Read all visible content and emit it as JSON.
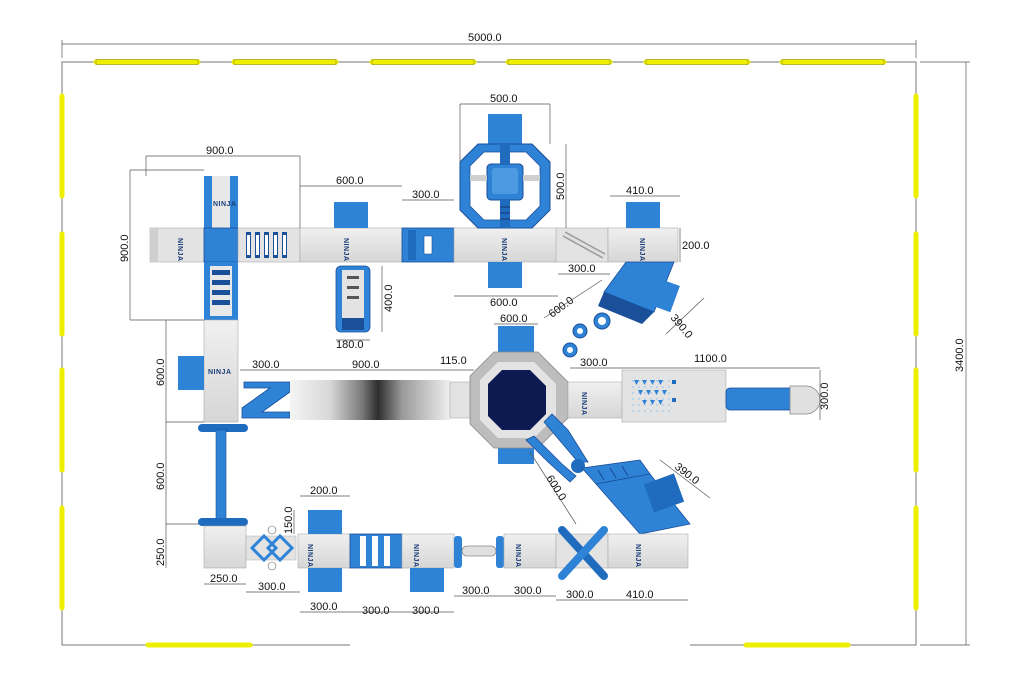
{
  "colors": {
    "blue": "#2f83d6",
    "blue_dark": "#1a4f9a",
    "grey": "#e3e3e3",
    "grey_dark": "#bdbdbd",
    "navy": "#0d1a52",
    "yellow": "#eeee00",
    "dim_line": "#555555"
  },
  "brand": {
    "ninja_tag": "NINJA"
  },
  "dimensions": {
    "total_width": "5000.0",
    "total_height": "3400.0",
    "cross_width": "900.0",
    "cross_height": "900.0",
    "beam_top_a": "600.0",
    "gap_top": "300.0",
    "tower_width": "500.0",
    "tower_height": "500.0",
    "module_width": "410.0",
    "module_height": "200.0",
    "slide_span": "300.0",
    "center_span": "600.0",
    "climb_height": "400.0",
    "climb_width": "180.0",
    "ramp_a": "600.0",
    "ramp_b": "390.0",
    "left_vertical": "600.0",
    "zslide_offset": "300.0",
    "tube_length": "900.0",
    "gap_small": "115.0",
    "hub_top": "600.0",
    "right_gap": "300.0",
    "right_length": "1100.0",
    "right_height": "300.0",
    "pillar_height": "600.0",
    "ramp_c": "600.0",
    "ramp_d": "390.0",
    "bottom_corner_h": "250.0",
    "bottom_corner_w": "250.0",
    "module_top": "200.0",
    "module_small": "150.0",
    "b1": "300.0",
    "b2": "300.0",
    "b3": "300.0",
    "b4": "300.0",
    "b5": "300.0",
    "b6": "300.0",
    "b7": "300.0",
    "b8": "410.0"
  }
}
